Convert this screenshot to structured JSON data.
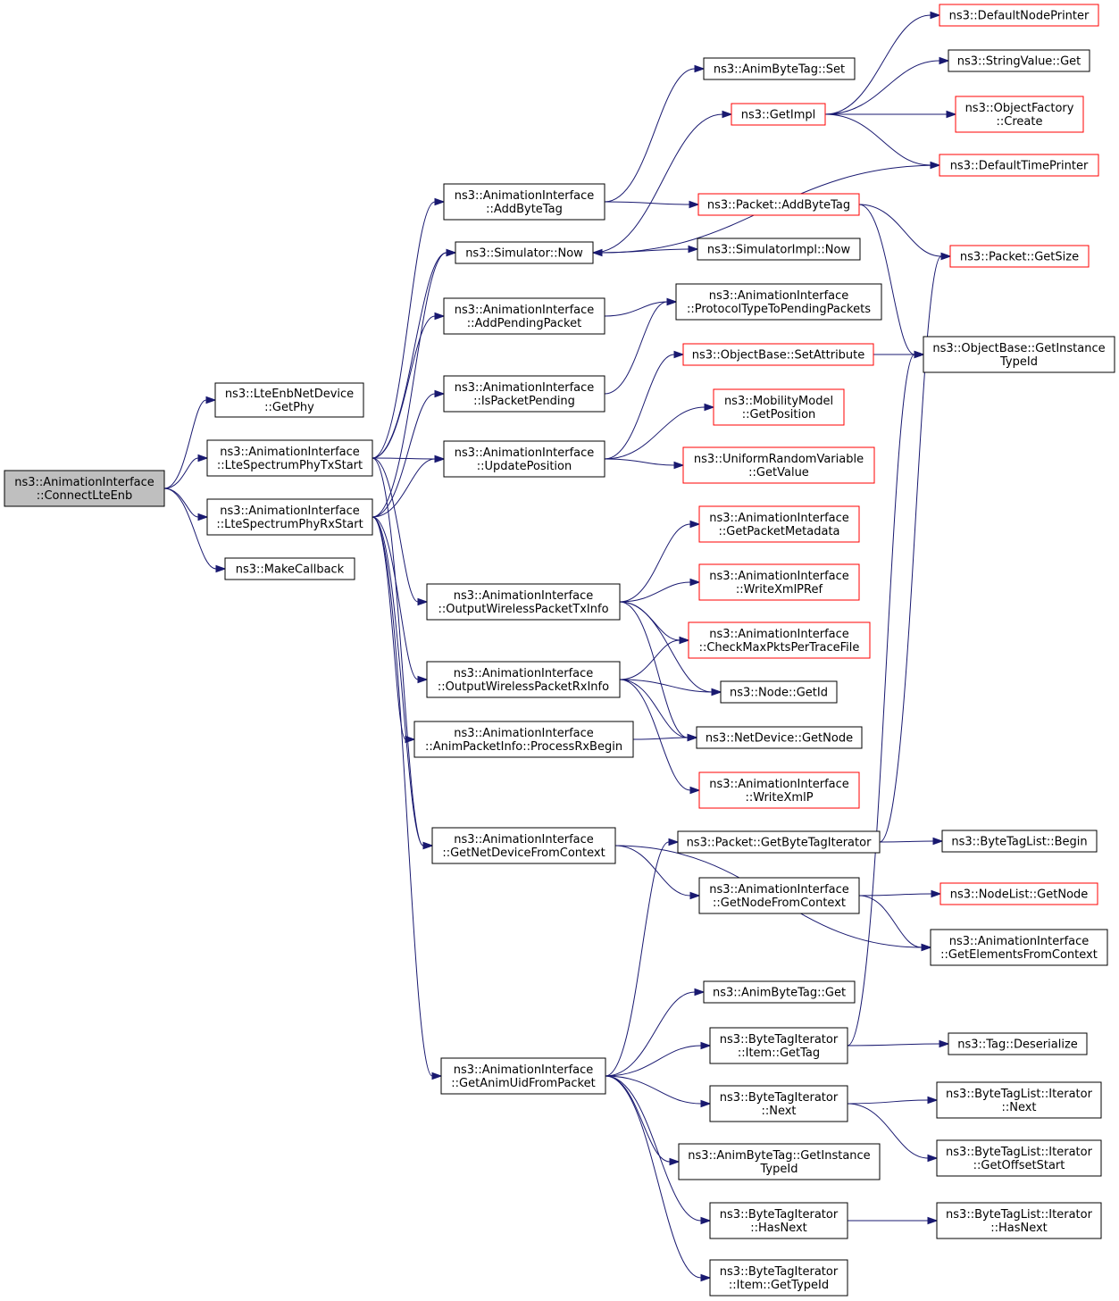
{
  "colors": {
    "edge": "#191970",
    "root_fill": "#bfbfbf",
    "node_fill": "#ffffff",
    "node_border": "#000000",
    "truncated_border": "#ff0000"
  },
  "nodes": [
    {
      "id": "connect",
      "lines": [
        "ns3::AnimationInterface",
        "::ConnectLteEnb"
      ],
      "root": true
    },
    {
      "id": "getphy",
      "lines": [
        "ns3::LteEnbNetDevice",
        "::GetPhy"
      ]
    },
    {
      "id": "txstart",
      "lines": [
        "ns3::AnimationInterface",
        "::LteSpectrumPhyTxStart"
      ]
    },
    {
      "id": "rxstart",
      "lines": [
        "ns3::AnimationInterface",
        "::LteSpectrumPhyRxStart"
      ]
    },
    {
      "id": "makecb",
      "lines": [
        "ns3::MakeCallback"
      ]
    },
    {
      "id": "addbytetag",
      "lines": [
        "ns3::AnimationInterface",
        "::AddByteTag"
      ]
    },
    {
      "id": "simnow",
      "lines": [
        "ns3::Simulator::Now"
      ]
    },
    {
      "id": "addpending",
      "lines": [
        "ns3::AnimationInterface",
        "::AddPendingPacket"
      ]
    },
    {
      "id": "ispending",
      "lines": [
        "ns3::AnimationInterface",
        "::IsPacketPending"
      ]
    },
    {
      "id": "updatepos",
      "lines": [
        "ns3::AnimationInterface",
        "::UpdatePosition"
      ]
    },
    {
      "id": "outtx",
      "lines": [
        "ns3::AnimationInterface",
        "::OutputWirelessPacketTxInfo"
      ]
    },
    {
      "id": "outrx",
      "lines": [
        "ns3::AnimationInterface",
        "::OutputWirelessPacketRxInfo"
      ]
    },
    {
      "id": "processrx",
      "lines": [
        "ns3::AnimationInterface",
        "::AnimPacketInfo::ProcessRxBegin"
      ]
    },
    {
      "id": "getnetdev",
      "lines": [
        "ns3::AnimationInterface",
        "::GetNetDeviceFromContext"
      ]
    },
    {
      "id": "getanimuid",
      "lines": [
        "ns3::AnimationInterface",
        "::GetAnimUidFromPacket"
      ]
    },
    {
      "id": "animbytetagset",
      "lines": [
        "ns3::AnimByteTag::Set"
      ]
    },
    {
      "id": "getimpl",
      "lines": [
        "ns3::GetImpl"
      ],
      "truncated": true
    },
    {
      "id": "pktaddbytetag",
      "lines": [
        "ns3::Packet::AddByteTag"
      ],
      "truncated": true
    },
    {
      "id": "simimplnow",
      "lines": [
        "ns3::SimulatorImpl::Now"
      ]
    },
    {
      "id": "prototype",
      "lines": [
        "ns3::AnimationInterface",
        "::ProtocolTypeToPendingPackets"
      ]
    },
    {
      "id": "setattr",
      "lines": [
        "ns3::ObjectBase::SetAttribute"
      ],
      "truncated": true
    },
    {
      "id": "getposition",
      "lines": [
        "ns3::MobilityModel",
        "::GetPosition"
      ],
      "truncated": true
    },
    {
      "id": "getvalue",
      "lines": [
        "ns3::UniformRandomVariable",
        "::GetValue"
      ],
      "truncated": true
    },
    {
      "id": "getpktmeta",
      "lines": [
        "ns3::AnimationInterface",
        "::GetPacketMetadata"
      ],
      "truncated": true
    },
    {
      "id": "writexmlpref",
      "lines": [
        "ns3::AnimationInterface",
        "::WriteXmlPRef"
      ],
      "truncated": true
    },
    {
      "id": "checkmax",
      "lines": [
        "ns3::AnimationInterface",
        "::CheckMaxPktsPerTraceFile"
      ],
      "truncated": true
    },
    {
      "id": "nodegetid",
      "lines": [
        "ns3::Node::GetId"
      ]
    },
    {
      "id": "netdevgetnode",
      "lines": [
        "ns3::NetDevice::GetNode"
      ]
    },
    {
      "id": "writexmlp",
      "lines": [
        "ns3::AnimationInterface",
        "::WriteXmlP"
      ],
      "truncated": true
    },
    {
      "id": "getbytetagit",
      "lines": [
        "ns3::Packet::GetByteTagIterator"
      ]
    },
    {
      "id": "getnodectx",
      "lines": [
        "ns3::AnimationInterface",
        "::GetNodeFromContext"
      ]
    },
    {
      "id": "animbytetagget",
      "lines": [
        "ns3::AnimByteTag::Get"
      ]
    },
    {
      "id": "itemgettag",
      "lines": [
        "ns3::ByteTagIterator",
        "::Item::GetTag"
      ]
    },
    {
      "id": "btinext",
      "lines": [
        "ns3::ByteTagIterator",
        "::Next"
      ]
    },
    {
      "id": "animbytetaggetinst",
      "lines": [
        "ns3::AnimByteTag::GetInstance",
        "TypeId"
      ]
    },
    {
      "id": "btihasnext",
      "lines": [
        "ns3::ByteTagIterator",
        "::HasNext"
      ]
    },
    {
      "id": "itemgettypeid",
      "lines": [
        "ns3::ByteTagIterator",
        "::Item::GetTypeId"
      ]
    },
    {
      "id": "defnodeprinter",
      "lines": [
        "ns3::DefaultNodePrinter"
      ],
      "truncated": true
    },
    {
      "id": "stringvalueget",
      "lines": [
        "ns3::StringValue::Get"
      ]
    },
    {
      "id": "objfactorycreate",
      "lines": [
        "ns3::ObjectFactory",
        "::Create"
      ],
      "truncated": true
    },
    {
      "id": "deftimeprinter",
      "lines": [
        "ns3::DefaultTimePrinter"
      ],
      "truncated": true
    },
    {
      "id": "pktgetsize",
      "lines": [
        "ns3::Packet::GetSize"
      ],
      "truncated": true
    },
    {
      "id": "getinstancetypeid",
      "lines": [
        "ns3::ObjectBase::GetInstance",
        "TypeId"
      ]
    },
    {
      "id": "btlbegin",
      "lines": [
        "ns3::ByteTagList::Begin"
      ]
    },
    {
      "id": "nodelistgetnode",
      "lines": [
        "ns3::NodeList::GetNode"
      ],
      "truncated": true
    },
    {
      "id": "getelements",
      "lines": [
        "ns3::AnimationInterface",
        "::GetElementsFromContext"
      ]
    },
    {
      "id": "tagdeserialize",
      "lines": [
        "ns3::Tag::Deserialize"
      ]
    },
    {
      "id": "btlitnext",
      "lines": [
        "ns3::ByteTagList::Iterator",
        "::Next"
      ]
    },
    {
      "id": "btlitoffset",
      "lines": [
        "ns3::ByteTagList::Iterator",
        "::GetOffsetStart"
      ]
    },
    {
      "id": "btlithasnext",
      "lines": [
        "ns3::ByteTagList::Iterator",
        "::HasNext"
      ]
    }
  ],
  "edges": [
    [
      "connect",
      "getphy"
    ],
    [
      "connect",
      "txstart"
    ],
    [
      "connect",
      "rxstart"
    ],
    [
      "connect",
      "makecb"
    ],
    [
      "txstart",
      "addbytetag"
    ],
    [
      "txstart",
      "simnow"
    ],
    [
      "txstart",
      "addpending"
    ],
    [
      "txstart",
      "updatepos"
    ],
    [
      "txstart",
      "outtx"
    ],
    [
      "txstart",
      "getnetdev"
    ],
    [
      "rxstart",
      "simnow"
    ],
    [
      "rxstart",
      "ispending"
    ],
    [
      "rxstart",
      "updatepos"
    ],
    [
      "rxstart",
      "outrx"
    ],
    [
      "rxstart",
      "processrx"
    ],
    [
      "rxstart",
      "getnetdev"
    ],
    [
      "rxstart",
      "getanimuid"
    ],
    [
      "addbytetag",
      "animbytetagset"
    ],
    [
      "addbytetag",
      "pktaddbytetag"
    ],
    [
      "simnow",
      "getimpl"
    ],
    [
      "simnow",
      "simimplnow"
    ],
    [
      "addpending",
      "prototype"
    ],
    [
      "ispending",
      "prototype"
    ],
    [
      "updatepos",
      "setattr"
    ],
    [
      "updatepos",
      "getposition"
    ],
    [
      "updatepos",
      "getvalue"
    ],
    [
      "outtx",
      "getpktmeta"
    ],
    [
      "outtx",
      "writexmlpref"
    ],
    [
      "outtx",
      "checkmax"
    ],
    [
      "outtx",
      "nodegetid"
    ],
    [
      "outtx",
      "netdevgetnode"
    ],
    [
      "outrx",
      "checkmax"
    ],
    [
      "outrx",
      "nodegetid"
    ],
    [
      "outrx",
      "netdevgetnode"
    ],
    [
      "outrx",
      "writexmlp"
    ],
    [
      "processrx",
      "netdevgetnode"
    ],
    [
      "getnetdev",
      "getnodectx"
    ],
    [
      "getnetdev",
      "getelements"
    ],
    [
      "getanimuid",
      "getbytetagit"
    ],
    [
      "getanimuid",
      "animbytetagget"
    ],
    [
      "getanimuid",
      "itemgettag"
    ],
    [
      "getanimuid",
      "btinext"
    ],
    [
      "getanimuid",
      "animbytetaggetinst"
    ],
    [
      "getanimuid",
      "btihasnext"
    ],
    [
      "getanimuid",
      "itemgettypeid"
    ],
    [
      "getimpl",
      "defnodeprinter"
    ],
    [
      "getimpl",
      "stringvalueget"
    ],
    [
      "getimpl",
      "objfactorycreate"
    ],
    [
      "getimpl",
      "deftimeprinter"
    ],
    [
      "pktaddbytetag",
      "pktgetsize"
    ],
    [
      "pktaddbytetag",
      "getinstancetypeid"
    ],
    [
      "deftimeprinter",
      "simnow"
    ],
    [
      "setattr",
      "getinstancetypeid"
    ],
    [
      "getbytetagit",
      "pktgetsize"
    ],
    [
      "getbytetagit",
      "btlbegin"
    ],
    [
      "getnodectx",
      "nodelistgetnode"
    ],
    [
      "getnodectx",
      "getelements"
    ],
    [
      "itemgettag",
      "getinstancetypeid"
    ],
    [
      "itemgettag",
      "tagdeserialize"
    ],
    [
      "btinext",
      "btlitnext"
    ],
    [
      "btinext",
      "btlitoffset"
    ],
    [
      "btihasnext",
      "btlithasnext"
    ]
  ]
}
